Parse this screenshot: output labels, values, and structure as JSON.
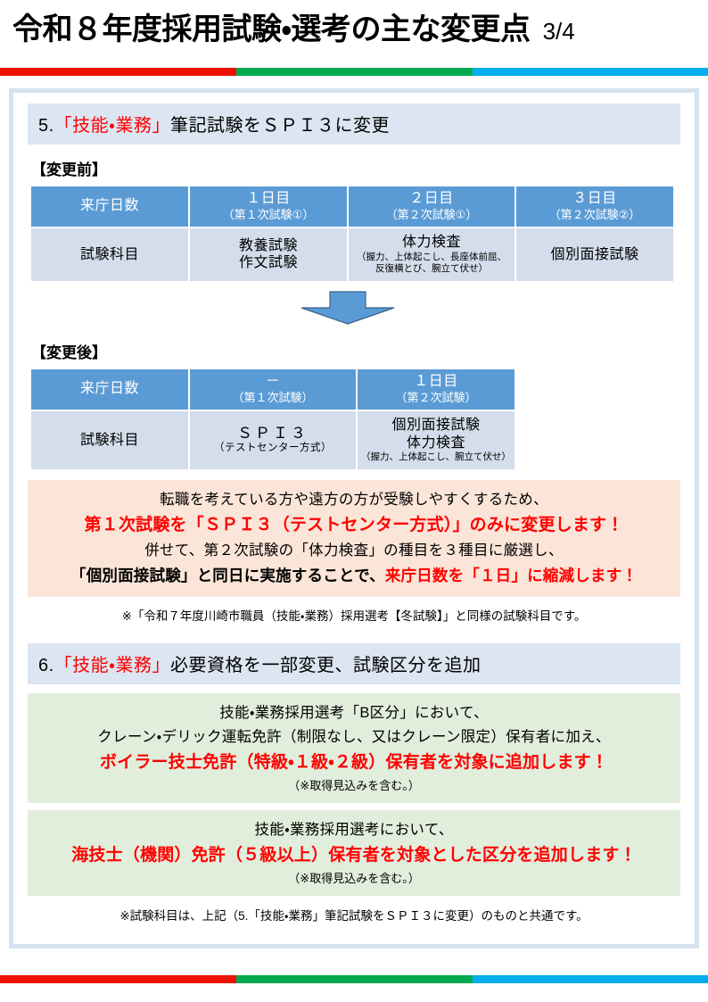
{
  "header": {
    "title": "令和８年度採用試験・選考の主な変更点",
    "page_indicator": "3/4"
  },
  "colors": {
    "rule_red": "#EE1100",
    "rule_green": "#00A950",
    "rule_blue": "#00AEEF",
    "table_header_blue": "#5B9BD5",
    "table_body_blue": "#D3DDEB",
    "section_band_blue": "#DCE6F2",
    "callout_peach": "#FBE5D8",
    "callout_green": "#E2EEDC",
    "emphasis_red": "#FF0000",
    "frame_border": "#D6E3F0"
  },
  "section5": {
    "number": "5.",
    "title_quoted": "「技能・業務」",
    "title_rest": "筆記試験をＳＰＩ３に変更",
    "before_label": "【変更前】",
    "after_label": "【変更後】",
    "arrow_icon": "down-arrow-icon",
    "table_before": {
      "headers": [
        {
          "main": "来庁日数",
          "sub": ""
        },
        {
          "main": "１日目",
          "sub": "（第１次試験①）"
        },
        {
          "main": "２日目",
          "sub": "（第２次試験①）"
        },
        {
          "main": "３日目",
          "sub": "（第２次試験②）"
        }
      ],
      "row": {
        "label": "試験科目",
        "cells": [
          {
            "lines": [
              "教養試験",
              "作文試験"
            ],
            "note": ""
          },
          {
            "lines": [
              "体力検査"
            ],
            "note": "（握力、上体起こし、長座体前屈、\n反復横とび、腕立て伏せ）"
          },
          {
            "lines": [
              "個別面接試験"
            ],
            "note": ""
          }
        ]
      }
    },
    "table_after": {
      "headers": [
        {
          "main": "来庁日数",
          "sub": ""
        },
        {
          "main": "－",
          "sub": "（第１次試験）"
        },
        {
          "main": "１日目",
          "sub": "（第２次試験）"
        }
      ],
      "row": {
        "label": "試験科目",
        "spi_main": "ＳＰＩ３",
        "spi_sub": "（テストセンター方式）",
        "day1_lines": [
          "個別面接試験",
          "体力検査"
        ],
        "day1_note": "（握力、上体起こし、腕立て伏せ）"
      }
    },
    "callout": {
      "line1": "転職を考えている方や遠方の方が受験しやすくするため、",
      "line2": "第１次試験を「ＳＰＩ３（テストセンター方式）」のみに変更します！",
      "line3": "併せて、第２次試験の「体力検査」の種目を３種目に厳選し、",
      "line4_black": "「個別面接試験」と同日に実施することで、",
      "line4_red": "来庁日数を「１日」に縮減します！"
    },
    "footnote": "※「令和７年度川崎市職員（技能・業務）採用選考【冬試験】」と同様の試験科目です。"
  },
  "section6": {
    "number": "6.",
    "title_quoted": "「技能・業務」",
    "title_rest": "必要資格を一部変更、試験区分を追加",
    "box1": {
      "line1": "技能・業務採用選考「B区分」において、",
      "line2": "クレーン・デリック運転免許（制限なし、又はクレーン限定）保有者に加え、",
      "line3": "ボイラー技士免許（特級・１級・２級）保有者を対象に追加します！",
      "note": "（※取得見込みを含む。）"
    },
    "box2": {
      "line1": "技能・業務採用選考において、",
      "line2": "海技士（機関）免許（５級以上）保有者を対象とした区分を追加します！",
      "note": "（※取得見込みを含む。）"
    },
    "footnote": "※試験科目は、上記（5.「技能・業務」筆記試験をＳＰＩ３に変更）のものと共通です。"
  }
}
